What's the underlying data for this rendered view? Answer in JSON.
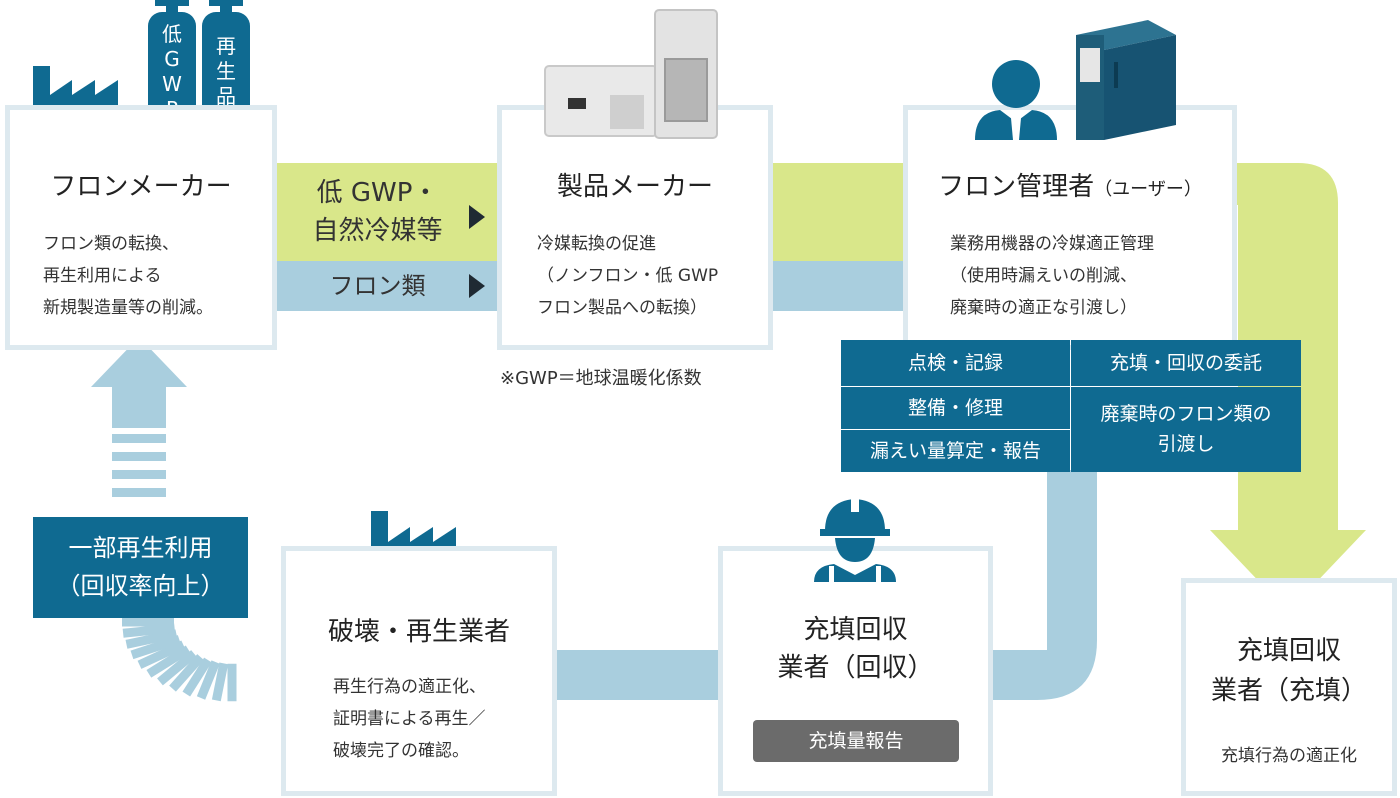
{
  "diagram": {
    "colors": {
      "accent_dark": "#0f6a91",
      "flow_green": "#d9e78a",
      "flow_blue": "#a9cede",
      "box_border": "#dde9ef",
      "report_gray": "#6b6b6b"
    },
    "cylinders": [
      "低\nG\nW\nP",
      "再\n生\n品"
    ],
    "maker": {
      "title": "フロンメーカー",
      "desc": "フロン類の転換、\n再生利用による\n新規製造量等の削減。"
    },
    "flows": {
      "green_label": "低 GWP・\n自然冷媒等",
      "blue_label": "フロン類"
    },
    "product": {
      "title": "製品メーカー",
      "desc": "冷媒転換の促進\n（ノンフロン・低 GWP\nフロン製品への転換）",
      "note": "※GWP＝地球温暖化係数"
    },
    "manager": {
      "title": "フロン管理者",
      "title_suffix": "（ユーザー）",
      "desc": "業務用機器の冷媒適正管理\n（使用時漏えいの削減、\n廃棄時の適正な引渡し）",
      "tasks_left": [
        "点検・記録",
        "整備・修理",
        "漏えい量算定・報告"
      ],
      "tasks_right": [
        "充填・回収の委託",
        "廃棄時のフロン類の\n引渡し"
      ]
    },
    "recycle": {
      "label": "一部再生利用\n（回収率向上）"
    },
    "destroyer": {
      "title": "破壊・再生業者",
      "desc": "再生行為の適正化、\n証明書による再生／\n破壊完了の確認。"
    },
    "recovery": {
      "title": "充填回収\n業者（回収）",
      "report": "充填量報告"
    },
    "filling": {
      "title": "充填回収\n業者（充填）",
      "desc": "充填行為の適正化"
    }
  }
}
